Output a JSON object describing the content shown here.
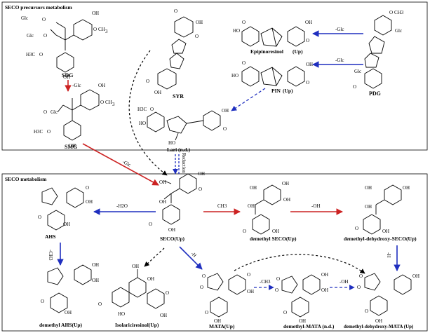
{
  "sections": {
    "precursors_title": "SECO precursors metabolism",
    "metabolism_title": "SECO metabolism"
  },
  "compounds": {
    "sdg": "SDG",
    "smg": "SMG",
    "syr": "SYR",
    "pdg": "PDG",
    "epipinoresinol": "Epipinoresinol",
    "epipinoresinol_note": "(Up)",
    "pin": "PIN",
    "pin_note": "(Up)",
    "lari": "Lari (n.d.)",
    "ahs": "AHS",
    "seco": "SECO(Up)",
    "demethyl_seco": "demethyl SECO(Up)",
    "demethyl_dehydroxy_seco": "demethyl-dehydroxy-SECO(Up)",
    "demethyl_ahs": "demethyl AHS(Up)",
    "isolariciresinol": "Isolariciresinol(Up)",
    "mata": "MATA(Up)",
    "demethyl_mata": "demethyl-MATA (n.d.)",
    "dehydroxy_mata": "demethyl-dehydroxy-MATA (Up)"
  },
  "reactions": {
    "glc_sdg_smg": "-Glc",
    "glc_smg_seco": "-Glc",
    "glc_pdg_epi": "-Glc",
    "glc_pdg_pin": "-Glc",
    "reduction": "Reduction",
    "h2o": "-H2O",
    "ch3_ahs": "-CH3",
    "ch3_seco": "CH3",
    "oh_1": "-OH",
    "h_seco_mata": "-H",
    "ch3_mata": "-CH3",
    "oh_mata": "-OH",
    "h_down": "-H"
  },
  "groups": {
    "glc": "Glc",
    "oh": "OH",
    "ho": "HO",
    "och3": "O",
    "ch3": "CH3",
    "h3co": "H3C",
    "och3_full": "OCH3",
    "o": "O"
  },
  "colors": {
    "red": "#cc2222",
    "blue": "#1f2fbf",
    "black": "#000000"
  }
}
